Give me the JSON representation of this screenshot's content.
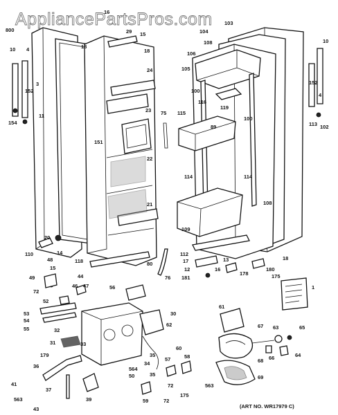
{
  "watermark": "AppliancePartsPros.com",
  "art_number": "(ART NO. WR17979 C)",
  "callouts": [
    {
      "id": "c1",
      "text": "1"
    },
    {
      "id": "c4",
      "text": "4"
    },
    {
      "id": "c10a",
      "text": "10"
    },
    {
      "id": "c18a",
      "text": "18"
    },
    {
      "id": "c16",
      "text": "16"
    },
    {
      "id": "c29",
      "text": "29"
    },
    {
      "id": "c15a",
      "text": "15"
    },
    {
      "id": "c18b",
      "text": "18"
    },
    {
      "id": "c800",
      "text": "800"
    },
    {
      "id": "c3",
      "text": "3"
    },
    {
      "id": "c152a",
      "text": "152"
    },
    {
      "id": "c11",
      "text": "11"
    },
    {
      "id": "c154",
      "text": "154"
    },
    {
      "id": "c24",
      "text": "24"
    },
    {
      "id": "c23",
      "text": "23"
    },
    {
      "id": "c75",
      "text": "75"
    },
    {
      "id": "c151",
      "text": "151"
    },
    {
      "id": "c22",
      "text": "22"
    },
    {
      "id": "c21",
      "text": "21"
    },
    {
      "id": "c20",
      "text": "20"
    },
    {
      "id": "c14",
      "text": "14"
    },
    {
      "id": "c110",
      "text": "110"
    },
    {
      "id": "c118",
      "text": "118"
    },
    {
      "id": "c80",
      "text": "80"
    },
    {
      "id": "c76",
      "text": "76"
    },
    {
      "id": "c103",
      "text": "103"
    },
    {
      "id": "c104",
      "text": "104"
    },
    {
      "id": "c108",
      "text": "108"
    },
    {
      "id": "c106",
      "text": "106"
    },
    {
      "id": "c105",
      "text": "105"
    },
    {
      "id": "c100a",
      "text": "100"
    },
    {
      "id": "c116",
      "text": "116"
    },
    {
      "id": "c119",
      "text": "119"
    },
    {
      "id": "c100b",
      "text": "100"
    },
    {
      "id": "c115",
      "text": "115"
    },
    {
      "id": "c89",
      "text": "89"
    },
    {
      "id": "c10b",
      "text": "10"
    },
    {
      "id": "c152b",
      "text": "152"
    },
    {
      "id": "c4b",
      "text": "4"
    },
    {
      "id": "c113",
      "text": "113"
    },
    {
      "id": "c102",
      "text": "102"
    },
    {
      "id": "c114a",
      "text": "114"
    },
    {
      "id": "c114b",
      "text": "114"
    },
    {
      "id": "c109",
      "text": "109"
    },
    {
      "id": "c108b",
      "text": "108"
    },
    {
      "id": "c112",
      "text": "112"
    },
    {
      "id": "c18c",
      "text": "18"
    },
    {
      "id": "c17",
      "text": "17"
    },
    {
      "id": "c13",
      "text": "13"
    },
    {
      "id": "c12",
      "text": "12"
    },
    {
      "id": "c16b",
      "text": "16"
    },
    {
      "id": "c181",
      "text": "181"
    },
    {
      "id": "c178",
      "text": "178"
    },
    {
      "id": "c180",
      "text": "180"
    },
    {
      "id": "c175a",
      "text": "175"
    },
    {
      "id": "c48",
      "text": "48"
    },
    {
      "id": "c15b",
      "text": "15"
    },
    {
      "id": "c44",
      "text": "44"
    },
    {
      "id": "c49",
      "text": "49"
    },
    {
      "id": "c46",
      "text": "46"
    },
    {
      "id": "c47",
      "text": "47"
    },
    {
      "id": "c72a",
      "text": "72"
    },
    {
      "id": "c52",
      "text": "52"
    },
    {
      "id": "c56",
      "text": "56"
    },
    {
      "id": "c53",
      "text": "53"
    },
    {
      "id": "c54",
      "text": "54"
    },
    {
      "id": "c55",
      "text": "55"
    },
    {
      "id": "c32",
      "text": "32"
    },
    {
      "id": "c30",
      "text": "30"
    },
    {
      "id": "c62",
      "text": "62"
    },
    {
      "id": "c31",
      "text": "31"
    },
    {
      "id": "c33",
      "text": "33"
    },
    {
      "id": "c60",
      "text": "60"
    },
    {
      "id": "c179",
      "text": "179"
    },
    {
      "id": "c35a",
      "text": "35"
    },
    {
      "id": "c34",
      "text": "34"
    },
    {
      "id": "c36",
      "text": "36"
    },
    {
      "id": "c564",
      "text": "564"
    },
    {
      "id": "c35b",
      "text": "35"
    },
    {
      "id": "c50",
      "text": "50"
    },
    {
      "id": "c57",
      "text": "57"
    },
    {
      "id": "c58",
      "text": "58"
    },
    {
      "id": "c41",
      "text": "41"
    },
    {
      "id": "c37",
      "text": "37"
    },
    {
      "id": "c563a",
      "text": "563"
    },
    {
      "id": "c39",
      "text": "39"
    },
    {
      "id": "c43",
      "text": "43"
    },
    {
      "id": "c72b",
      "text": "72"
    },
    {
      "id": "c175b",
      "text": "175"
    },
    {
      "id": "c59",
      "text": "59"
    },
    {
      "id": "c72c",
      "text": "72"
    },
    {
      "id": "c61",
      "text": "61"
    },
    {
      "id": "c67",
      "text": "67"
    },
    {
      "id": "c63",
      "text": "63"
    },
    {
      "id": "c65",
      "text": "65"
    },
    {
      "id": "c66",
      "text": "66"
    },
    {
      "id": "c64",
      "text": "64"
    },
    {
      "id": "c68",
      "text": "68"
    },
    {
      "id": "c69",
      "text": "69"
    },
    {
      "id": "c563b",
      "text": "563"
    }
  ]
}
